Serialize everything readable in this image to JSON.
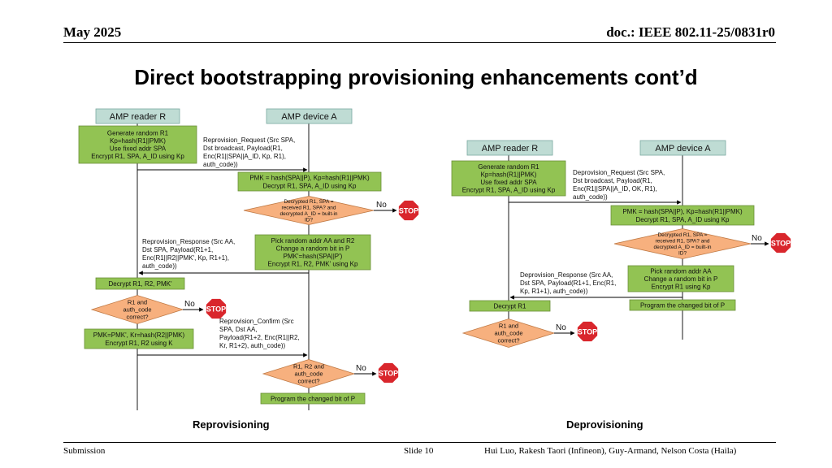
{
  "header": {
    "date": "May 2025",
    "doc": "doc.: IEEE 802.11-25/0831r0"
  },
  "title": "Direct bootstrapping provisioning enhancements cont’d",
  "colors": {
    "actor_fill": "#bfdcd4",
    "green_fill": "#92c353",
    "diamond_fill": "#f7b07e",
    "stop_red": "#d9262c"
  },
  "reprovisioning": {
    "caption": "Reprovisioning",
    "reader": "AMP reader R",
    "device": "AMP device A",
    "box_generate": [
      "Generate random R1",
      "Kp=hash(R1||PMK)",
      "Use fixed addr SPA",
      "Encrypt R1, SPA, A_ID using Kp"
    ],
    "msg_request": [
      "Reprovision_Request  (Src SPA,",
      "Dst broadcast, Payload(R1,",
      "Enc(R1||SPA||A_ID, Kp, R1),",
      "auth_code))"
    ],
    "box_pmk": [
      "PMK = hash(SPA||P), Kp=hash(R1||PMK)",
      "Decrypt R1, SPA, A_ID using Kp"
    ],
    "diamond_device": [
      "Decrypted R1, SPA =",
      "received R1, SPA? and",
      "decrypted A_ID = built-in",
      "ID?"
    ],
    "no1": "No",
    "stop1": "STOP",
    "msg_response": [
      "Reprovision_Response  (Src AA,",
      "Dst SPA, Payload(R1+1,",
      "Enc(R1||R2||PMK', Kp, R1+1),",
      "auth_code))"
    ],
    "box_pick": [
      "Pick random addr AA and R2",
      "Change a random bit in P",
      "PMK'=hash(SPA||P')",
      "Encrypt R1, R2, PMK' using Kp"
    ],
    "box_decrypt": [
      "Decrypt R1, R2, PMK'"
    ],
    "diamond_reader": [
      "R1 and",
      "auth_code",
      "correct?"
    ],
    "no2": "No",
    "stop2": "STOP",
    "box_pmkprime": [
      "PMK=PMK', Kr=hash(R2||PMK)",
      "Encrypt R1, R2 using K"
    ],
    "msg_confirm": [
      "Reprovision_Confirm  (Src",
      "SPA, Dst AA,",
      "Payload(R1+2, Enc(R1||R2,",
      "Kr, R1+2), auth_code))"
    ],
    "diamond_final": [
      "R1, R2 and",
      "auth_code",
      "correct?"
    ],
    "no3": "No",
    "stop3": "STOP",
    "box_program": [
      "Program the changed bit of P"
    ]
  },
  "deprovisioning": {
    "caption": "Deprovisioning",
    "reader": "AMP reader R",
    "device": "AMP device A",
    "box_generate": [
      "Generate random R1",
      "Kp=hash(R1||PMK)",
      "Use fixed addr SPA",
      "Encrypt R1, SPA, A_ID using Kp"
    ],
    "msg_request": [
      "Deprovision_Request  (Src SPA,",
      "Dst broadcast, Payload(R1,",
      "Enc(R1||SPA||A_ID, OK, R1),",
      "auth_code))"
    ],
    "box_pmk": [
      "PMK = hash(SPA||P), Kp=hash(R1||PMK)",
      "Decrypt R1, SPA, A_ID using Kp"
    ],
    "diamond_device": [
      "Decrypted R1, SPA =",
      "received R1, SPA? and",
      "decrypted A_ID = built-in",
      "ID?"
    ],
    "no1": "No",
    "stop1": "STOP",
    "msg_response": [
      "Deprovision_Response  (Src AA,",
      "Dst SPA, Payload(R1+1, Enc(R1,",
      "Kp, R1+1), auth_code))"
    ],
    "box_pick": [
      "Pick random addr AA",
      "Change a random bit in P",
      "Encrypt R1 using Kp"
    ],
    "box_decrypt": [
      "Decrypt R1"
    ],
    "box_program": [
      "Program the changed bit of P"
    ],
    "diamond_reader": [
      "R1 and",
      "auth_code",
      "correct?"
    ],
    "no2": "No",
    "stop2": "STOP"
  },
  "footer": {
    "left": "Submission",
    "center": "Slide 10",
    "right": "Hui Luo, Rakesh Taori (Infineon), Guy-Armand, Nelson Costa (Haila)"
  }
}
